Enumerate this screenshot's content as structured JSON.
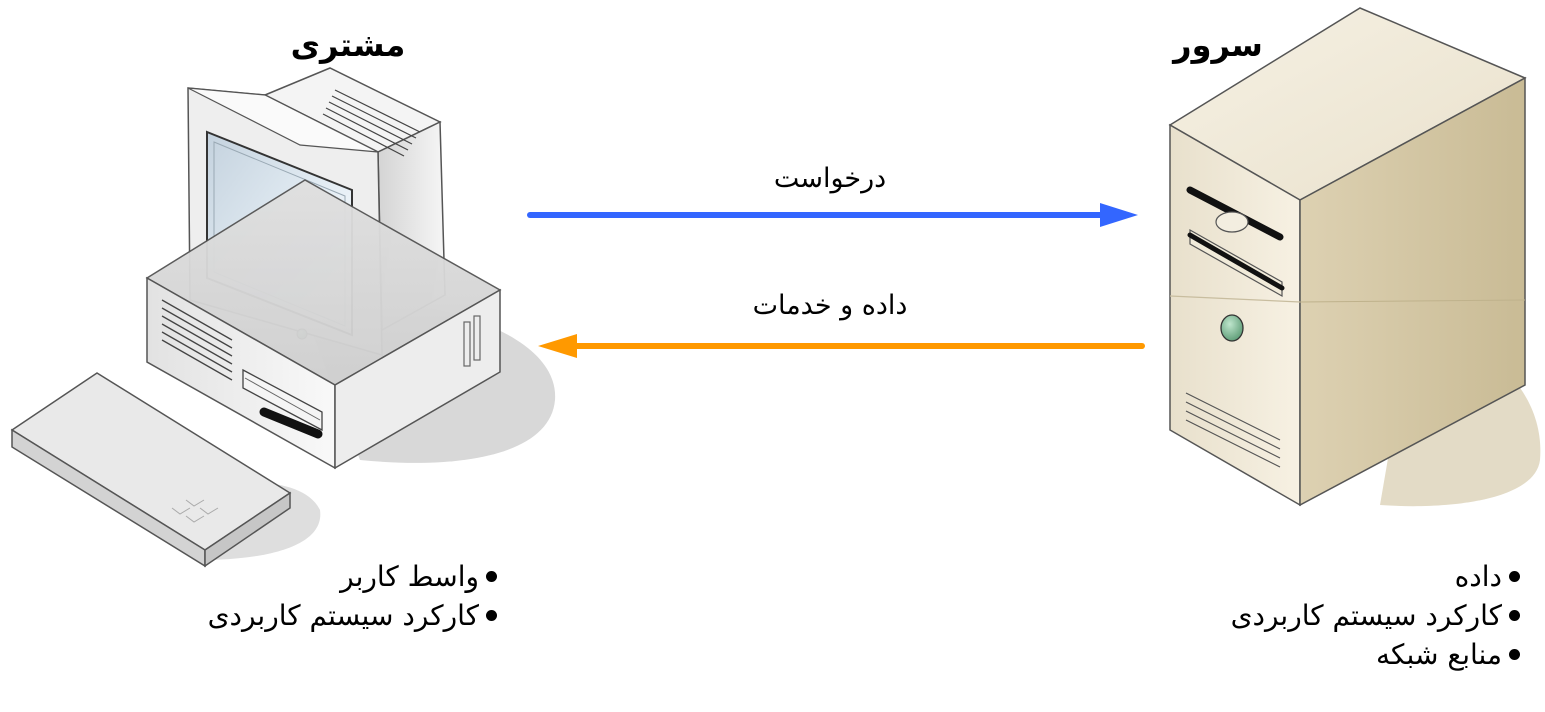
{
  "client": {
    "title": "مشتری",
    "features": [
      "واسط کاربر",
      "کارکرد سیستم کاربردی"
    ]
  },
  "server": {
    "title": "سرور",
    "features": [
      "داده",
      "کارکرد سیستم کاربردی",
      "منابع شبکه"
    ]
  },
  "arrows": {
    "request_label": "درخواست",
    "response_label": "داده و خدمات",
    "request_color": "#3366ff",
    "response_color": "#ff9900"
  },
  "icons": {
    "client": "desktop-computer-icon",
    "server": "tower-server-icon"
  }
}
